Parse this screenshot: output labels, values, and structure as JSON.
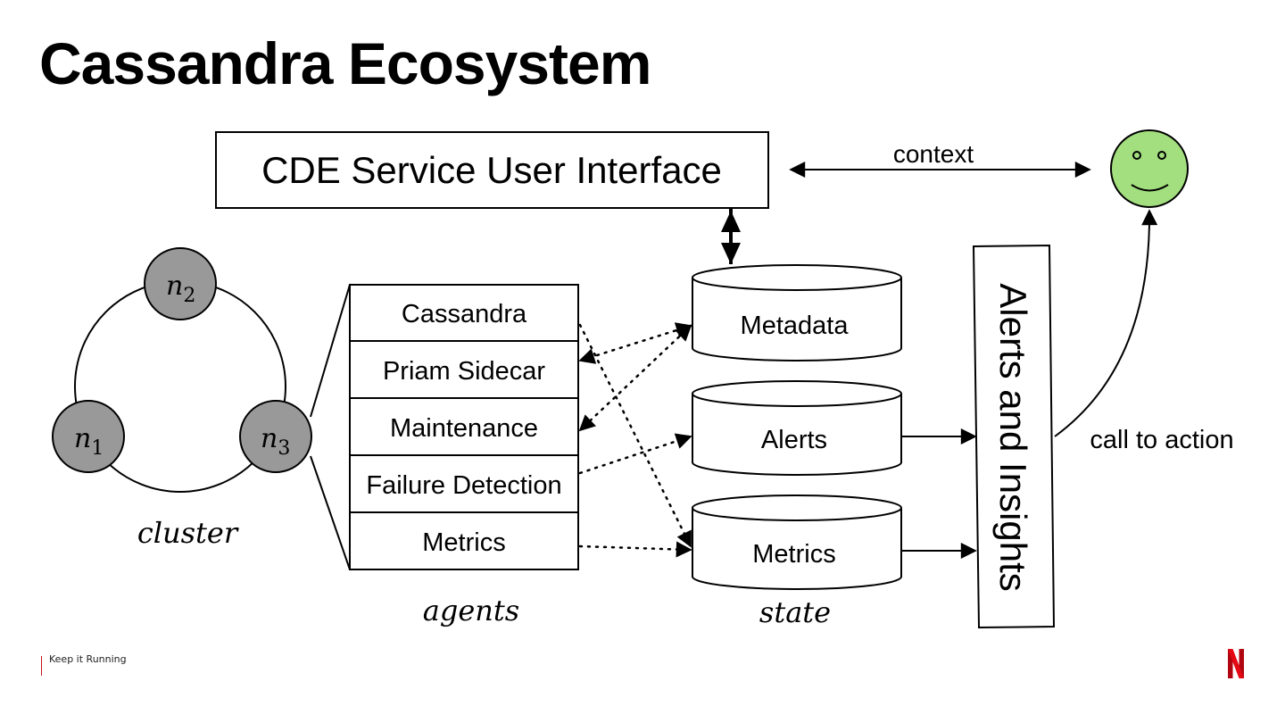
{
  "slide": {
    "title": "Cassandra Ecosystem",
    "footer_text": "Keep it Running",
    "logo": "netflix-n-logo",
    "colors": {
      "accent_red": "#c4161c",
      "node_fill": "#999999",
      "face_fill": "#a3df7f"
    }
  },
  "diagram": {
    "ui_box": "CDE Service User Interface",
    "context_label": "context",
    "call_to_action_label": "call to action",
    "user_icon": "smiley-face-icon",
    "cluster": {
      "label": "cluster",
      "nodes": [
        {
          "name": "n",
          "sub": "2"
        },
        {
          "name": "n",
          "sub": "1"
        },
        {
          "name": "n",
          "sub": "3"
        }
      ]
    },
    "agents": {
      "label": "agents",
      "items": [
        "Cassandra",
        "Priam Sidecar",
        "Maintenance",
        "Failure Detection",
        "Metrics"
      ]
    },
    "state": {
      "label": "state",
      "stores": [
        "Metadata",
        "Alerts",
        "Metrics"
      ]
    },
    "insights_box": "Alerts and Insights"
  }
}
